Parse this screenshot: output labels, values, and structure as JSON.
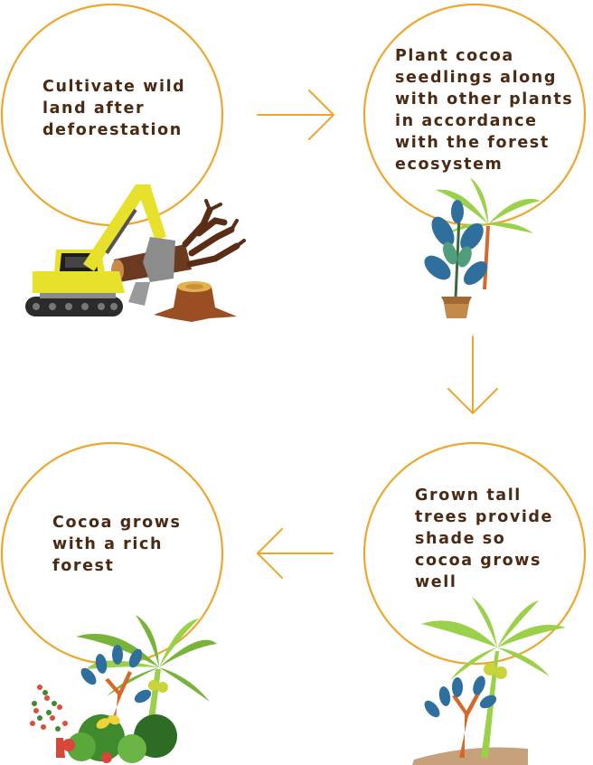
{
  "steps": [
    {
      "lines": [
        "Cultivate wild",
        "land after",
        "deforestation"
      ],
      "illustration": "excavator-log-stump"
    },
    {
      "lines": [
        "Plant cocoa",
        "seedlings along",
        "with other plants",
        "in accordance",
        "with the forest",
        "ecosystem"
      ],
      "illustration": "seedlings"
    },
    {
      "lines": [
        "Grown tall",
        "trees provide",
        "shade so",
        "cocoa grows",
        "well"
      ],
      "illustration": "grown-trees"
    },
    {
      "lines": [
        "Cocoa grows",
        "with a rich",
        "forest"
      ],
      "illustration": "rich-forest"
    }
  ],
  "arrows": [
    "arrow-right-icon",
    "arrow-down-icon",
    "arrow-left-icon"
  ],
  "colors": {
    "circle": "#efa62c",
    "text": "#4a2a12",
    "arrow": "#efa62c"
  }
}
